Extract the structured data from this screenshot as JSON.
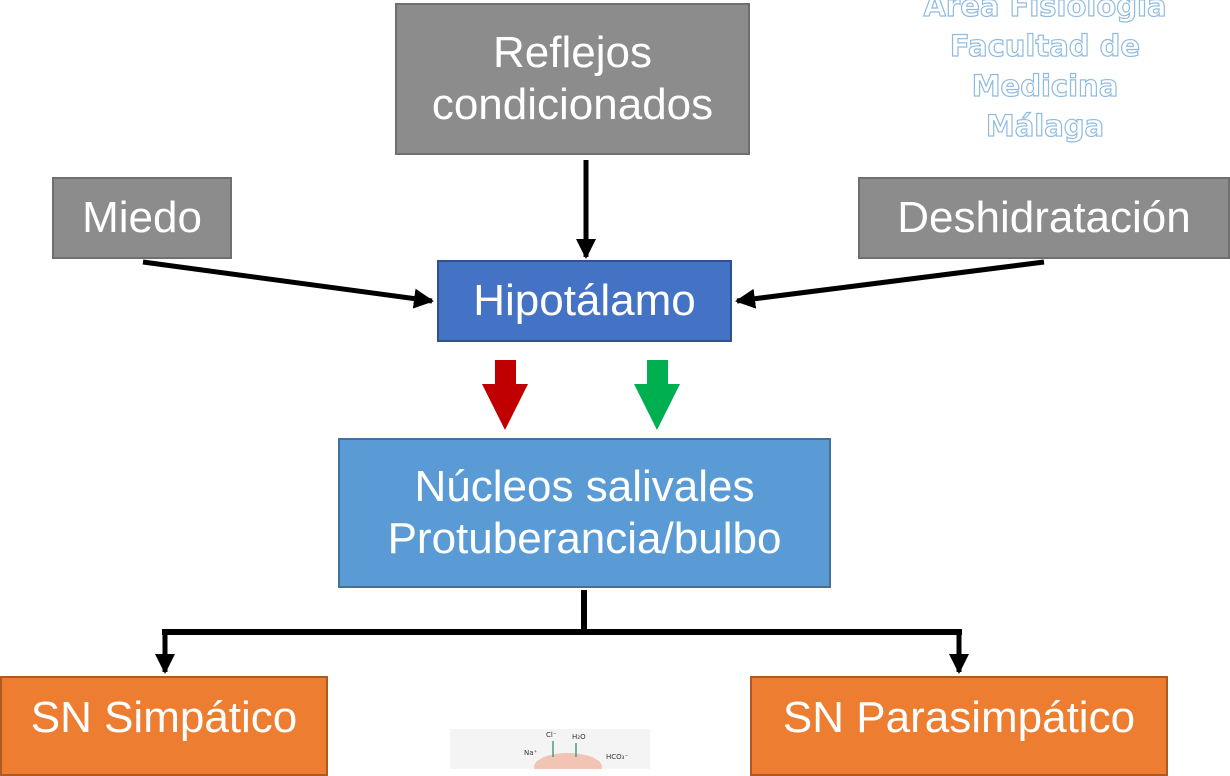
{
  "watermark": {
    "line1": "Área Fisiología",
    "line2": "Facultad de Medicina",
    "line3": "Málaga"
  },
  "nodes": {
    "reflejos": {
      "line1": "Reflejos",
      "line2": "condicionados"
    },
    "miedo": "Miedo",
    "deshidratacion": "Deshidratación",
    "hipotalamo": "Hipotálamo",
    "nucleos": {
      "line1": "Núcleos salivales",
      "line2": "Protuberancia/bulbo"
    },
    "simpatico": "SN Simpático",
    "parasimpatico": "SN Parasimpático"
  },
  "thumbnail": {
    "labels": [
      "Cl⁻",
      "H₂O",
      "Na⁺",
      "HCO₃⁻"
    ]
  },
  "colors": {
    "gray": "#8c8c8c",
    "hypothalamus": "#4472c4",
    "nuclei": "#5b9bd5",
    "output": "#ed7d31",
    "sympathetic_arrow": "#c00000",
    "parasympathetic_arrow": "#00b050"
  }
}
